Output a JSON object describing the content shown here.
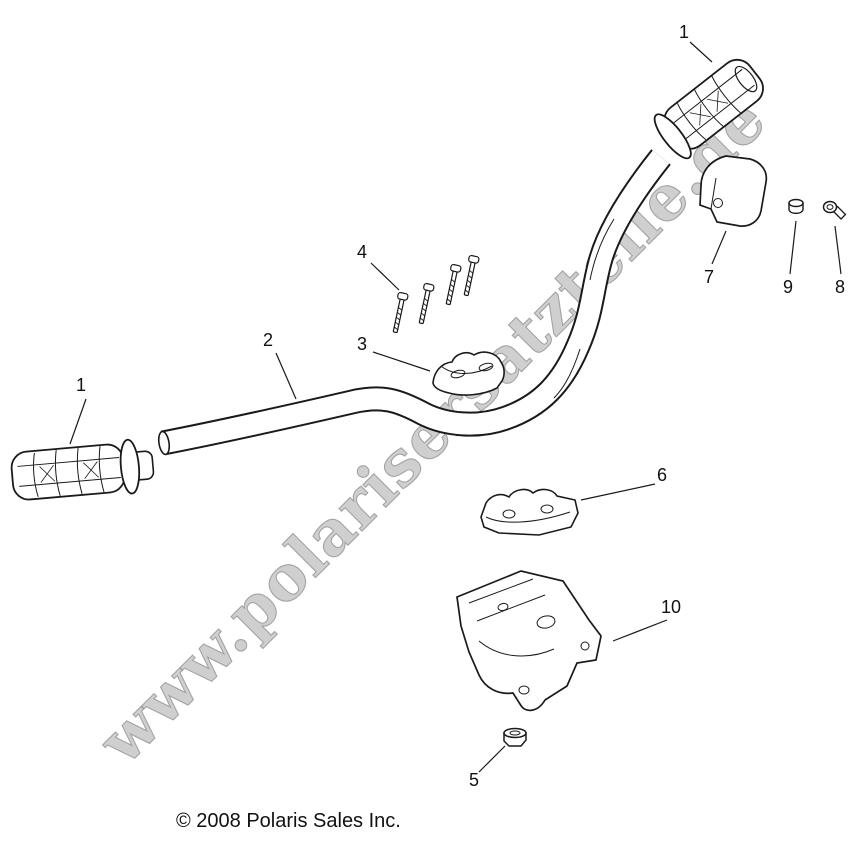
{
  "diagram": {
    "watermark": "www.polarisersatzteile.de",
    "copyright": "© 2008 Polaris Sales Inc."
  },
  "callouts": [
    "1",
    "7",
    "9",
    "8",
    "4",
    "3",
    "2",
    "1",
    "6",
    "10",
    "5"
  ]
}
